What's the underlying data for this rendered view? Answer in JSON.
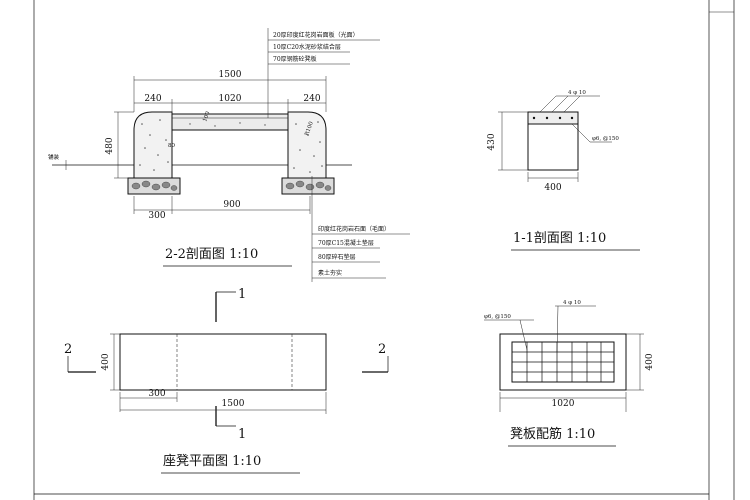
{
  "section_2_2": {
    "title": "2-2剖面图   1:10",
    "dims": {
      "total": "1500",
      "left": "240",
      "middle": "1020",
      "right": "240",
      "height": "480",
      "small": "80",
      "r100": "R100",
      "slab": "100",
      "inner": "900",
      "base": "300"
    },
    "pave_label": "铺装",
    "callouts_top": [
      "20厚印度红花岗岩面板（光面）",
      "10厚C20水泥砂浆结合层",
      "70厚钢筋砼凳板"
    ],
    "callouts_bottom": [
      "印度红花岗岩石面（毛面）",
      "70厚C15混凝土垫层",
      "80厚碎石垫层",
      "素土夯实"
    ]
  },
  "section_1_1": {
    "title": "1-1剖面图   1:10",
    "rebar_top": "4 φ 10",
    "rebar_side": "φ6, @150",
    "height": "430",
    "width": "400"
  },
  "plan": {
    "title": "座凳平面图   1:10",
    "section_mark_1": "1",
    "section_mark_2": "2",
    "depth": "400",
    "base": "300",
    "total": "1500"
  },
  "rebar": {
    "title": "凳板配筋   1:10",
    "label_left": "φ6, @150",
    "label_top": "4 φ 10",
    "width": "1020",
    "height": "400"
  }
}
